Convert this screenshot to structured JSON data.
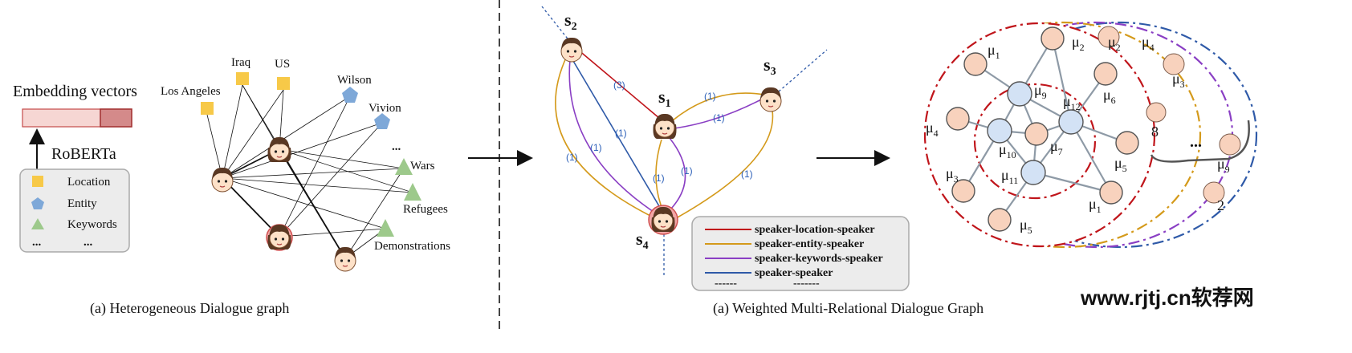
{
  "colors": {
    "location": "#f7c948",
    "entity": "#7ea8d8",
    "keywords": "#9dc98b",
    "speaker_location": "#c0151b",
    "speaker_entity": "#d49a1b",
    "speaker_keywords": "#8a3fc4",
    "speaker_speaker": "#2f5aa8",
    "node_fill": "#f8d2bd",
    "node_fill_blue": "#d3e2f5"
  },
  "left": {
    "embedding_label": "Embedding vectors",
    "roberta_label": "RoBERTa",
    "legend": {
      "location": "Location",
      "entity": "Entity",
      "keywords": "Keywords",
      "more_left": "...",
      "more_right": "..."
    },
    "nodes": {
      "los_angeles": "Los Angeles",
      "iraq": "Iraq",
      "us": "US",
      "wilson": "Wilson",
      "vivion": "Vivion",
      "ellipsis": "...",
      "wars": "Wars",
      "refugees": "Refugees",
      "demonstrations": "Demonstrations"
    },
    "caption": "(a) Heterogeneous Dialogue graph"
  },
  "middle": {
    "speakers": {
      "s1": "s",
      "s1_sub": "1",
      "s2": "s",
      "s2_sub": "2",
      "s3": "s",
      "s3_sub": "3",
      "s4": "s",
      "s4_sub": "4"
    },
    "edge_weights": {
      "s2_s1": "(3)",
      "s1_s3_top": "(1)",
      "s1_s3_bottom": "(1)",
      "s2_s4_outer": "(1)",
      "s2_s4_mid": "(1)",
      "s2_s4_inner": "(1)",
      "s1_s4_left": "(1)",
      "s1_s4_right": "(1)",
      "s3_s4": "(1)"
    },
    "legend": {
      "items": [
        "speaker-location-speaker",
        "speaker-entity-speaker",
        "speaker-keywords-speaker",
        "speaker-speaker"
      ],
      "more_left": "------",
      "more_right": "-------"
    },
    "caption": "(a) Weighted Multi-Relational Dialogue Graph"
  },
  "right": {
    "labels": {
      "mu1_top": "μ",
      "mu1_top_sub": "1",
      "mu2_a": "μ",
      "mu2_a_sub": "2",
      "mu2_b": "μ",
      "mu2_b_sub": "2",
      "mu4_top": "μ",
      "mu4_top_sub": "4",
      "mu3_top": "μ",
      "mu3_top_sub": "3",
      "mu9": "μ",
      "mu9_sub": "9",
      "mu12": "μ",
      "mu12_sub": "12",
      "mu6": "μ",
      "mu6_sub": "6",
      "mu4": "μ",
      "mu4_sub": "4",
      "mu10": "μ",
      "mu10_sub": "10",
      "mu7": "μ",
      "mu7_sub": "7",
      "mu5_r": "μ",
      "mu5_r_sub": "5",
      "mu3": "μ",
      "mu3_sub": "3",
      "mu11": "μ",
      "mu11_sub": "11",
      "mu1": "μ",
      "mu1_sub": "1",
      "mu5": "μ",
      "mu5_sub": "5",
      "mu8": "8",
      "mu9_far": "μ",
      "mu9_far_sub": "9",
      "mu2_far": "2",
      "dots": "..."
    }
  },
  "watermark": "www.rjtj.cn软荐网"
}
